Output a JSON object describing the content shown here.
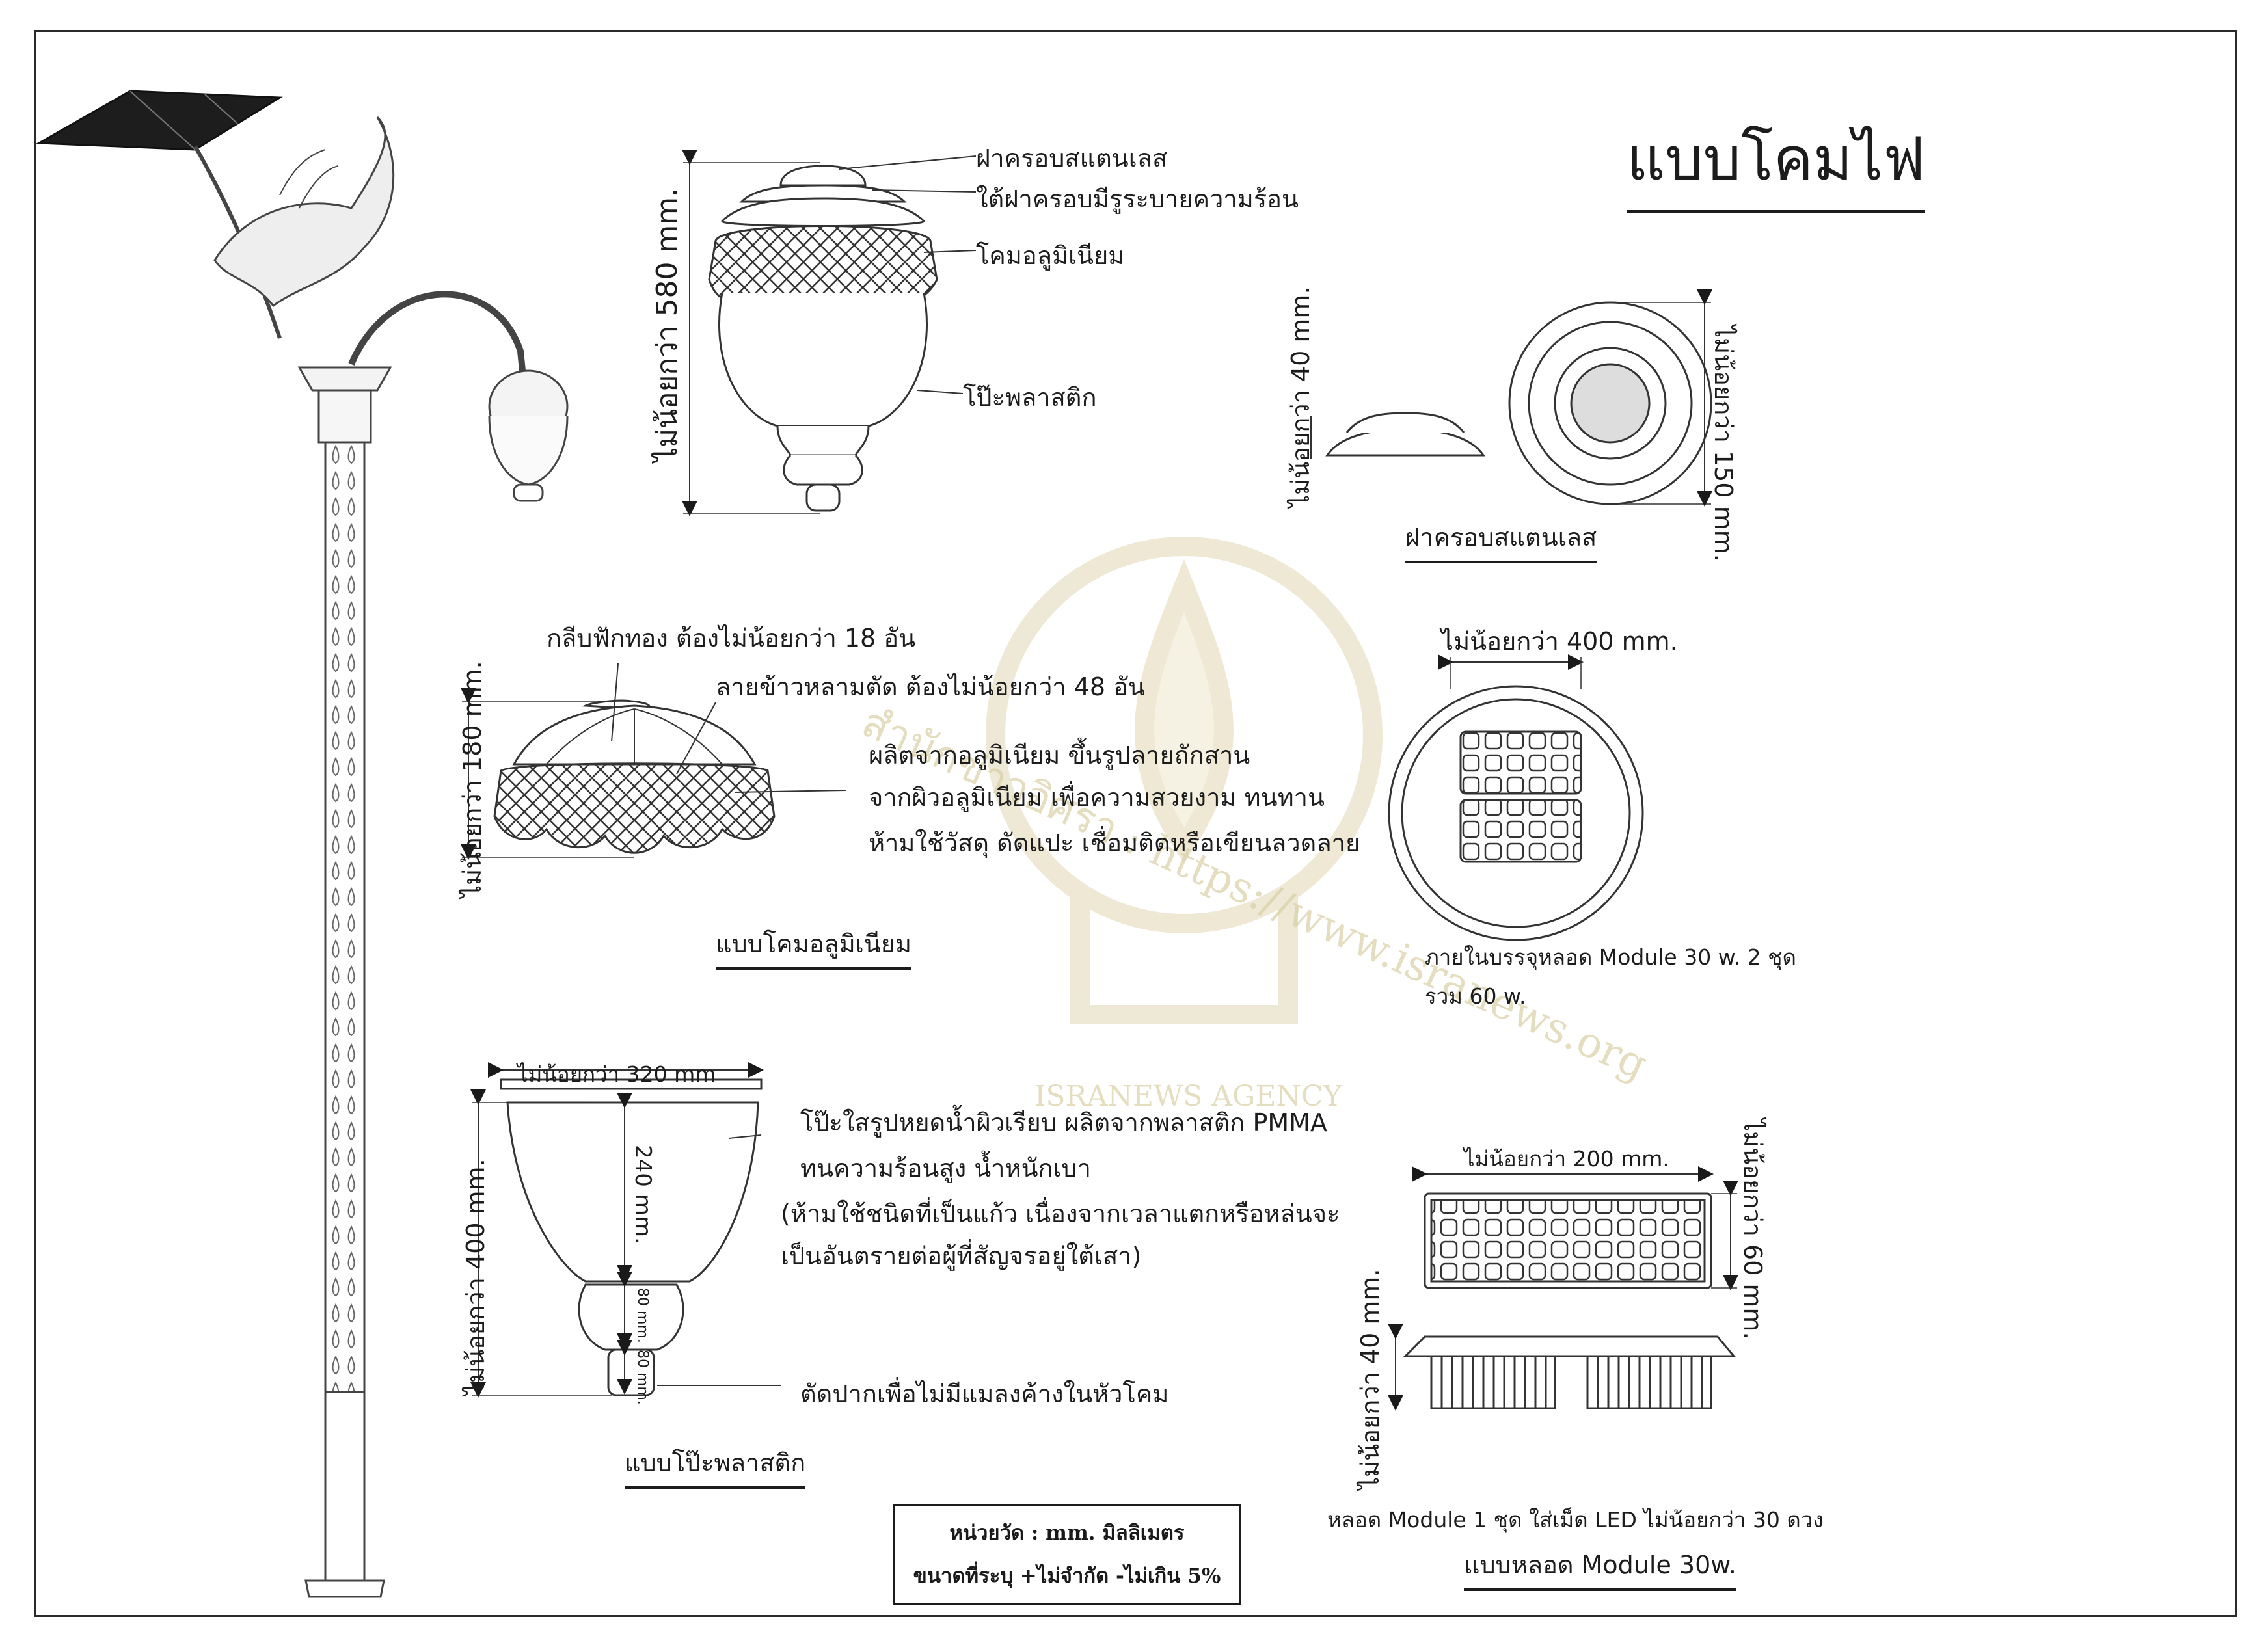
{
  "title": "แบบโคมไฟ",
  "lamp_head": {
    "dim_height": "ไม่น้อยกว่า 580 mm.",
    "labels": [
      "ฝาครอบสแตนเลส",
      "ใต้ฝาครอบมีรูระบายความร้อน",
      "โคมอลูมิเนียม",
      "โป๊ะพลาสติก"
    ]
  },
  "cap": {
    "dim_height": "ไม่น้อยกว่า 40 mm.",
    "dim_diameter": "ไม่น้อยกว่า 150 mm.",
    "caption": "ฝาครอบสแตนเลส"
  },
  "aluminium_shade": {
    "label_petals": "กลีบฟักทอง ต้องไม่น้อยกว่า 18 อัน",
    "label_pattern": "ลายข้าวหลามตัด ต้องไม่น้อยกว่า 48 อัน",
    "dim_height": "ไม่น้อยกว่า 180 mm.",
    "notes": [
      "ผลิตจากอลูมิเนียม ขึ้นรูปลายถักสาน",
      "จากผิวอลูมิเนียม เพื่อความสวยงาม ทนทาน",
      "ห้ามใช้วัสดุ ดัดแปะ เชื่อมติดหรือเขียนลวดลาย"
    ],
    "caption": "แบบโคมอลูมิเนียม"
  },
  "top_view": {
    "dim_width": "ไม่น้อยกว่า 400 mm.",
    "note_line1": "ภายในบรรจุหลอด Module 30 w. 2 ชุด",
    "note_line2": "รวม 60 w."
  },
  "plastic_shade": {
    "dim_width": "ไม่น้อยกว่า 320 mm",
    "dim_height": "ไม่น้อยกว่า 400 mm.",
    "dim_inner": "240 mm.",
    "dim_80a": "80 mm.",
    "dim_80b": "80 mm.",
    "notes": [
      "โป๊ะใสรูปหยดน้ำผิวเรียบ ผลิตจากพลาสติก PMMA",
      "ทนความร้อนสูง น้ำหนักเบา",
      "(ห้ามใช้ชนิดที่เป็นแก้ว เนื่องจากเวลาแตกหรือหล่นจะ",
      "เป็นอันตรายต่อผู้ที่สัญจรอยู่ใต้เสา)"
    ],
    "note_bottom": "ตัดปากเพื่อไม่มีแมลงค้างในหัวโคม",
    "caption": "แบบโป๊ะพลาสติก"
  },
  "module": {
    "dim_width": "ไม่น้อยกว่า 200 mm.",
    "dim_depth": "ไม่น้อยกว่า 60 mm.",
    "dim_height": "ไม่น้อยกว่า 40 mm.",
    "note": "หลอด Module 1 ชุด ใส่เม็ด LED ไม่น้อยกว่า 30 ดวง",
    "caption": "แบบหลอด Module 30w."
  },
  "legend": {
    "line1": "หน่วยวัด : mm. มิลลิเมตร",
    "line2": "ขนาดที่ระบุ +ไม่จำกัด -ไม่เกิน 5%"
  },
  "watermark": {
    "url": "สำนักข่าวอิศรา : https://www.isranews.org",
    "agency": "ISRANEWS AGENCY"
  }
}
